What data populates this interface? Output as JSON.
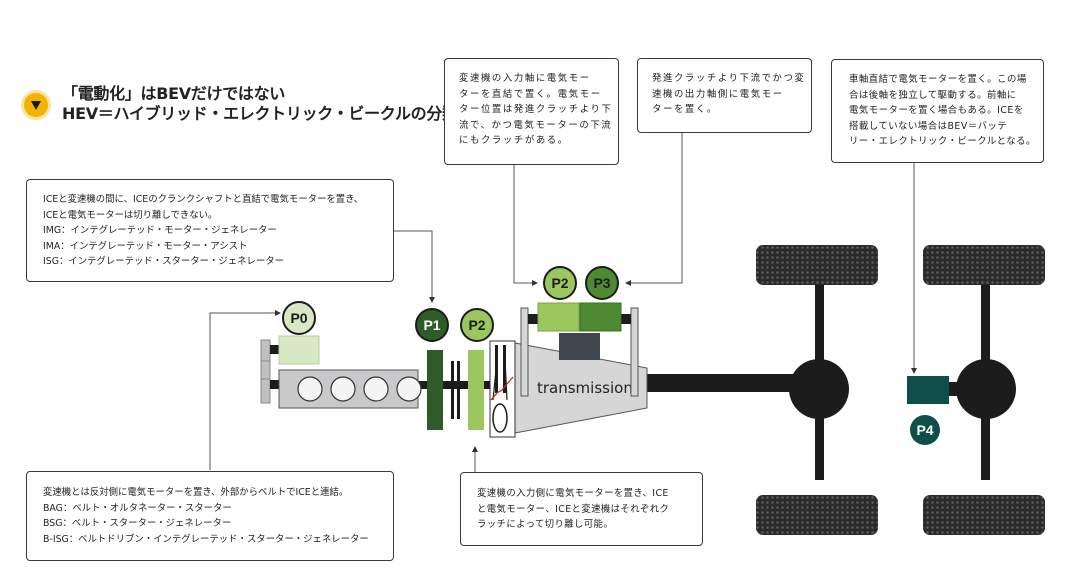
{
  "title": {
    "icon": "down-triangle-badge-icon",
    "line1": "「電動化」はBEVだけではない",
    "line2": "HEV＝ハイブリッド・エレクトリック・ビークルの分類"
  },
  "colors": {
    "badge": "#f3b400",
    "p0": "#d9e8c4",
    "p1": "#2f5a2a",
    "p2": "#9cc65e",
    "p3": "#4e8a32",
    "p4": "#0f4f49",
    "axle": "#1c1c1c",
    "engine": "#c9c9cc",
    "transmission": "#d6d6d6",
    "clutch_line": "#e02020"
  },
  "boxes": {
    "p2_input": {
      "lines": [
        "変速機の入力軸に電気モー",
        "ターを直結で置く。電気モー",
        "ター位置は発進クラッチより下",
        "流で、かつ電気モーターの下流",
        "にもクラッチがある。"
      ]
    },
    "p3": {
      "lines": [
        "発進クラッチより下流でかつ変",
        "速機の出力軸側に電気モー",
        "ターを置く。"
      ]
    },
    "p4": {
      "lines": [
        "車軸直結で電気モーターを置く。この場",
        "合は後軸を独立して駆動する。前軸に",
        "電気モーターを置く場合もある。ICEを",
        "搭載していない場合はBEV＝バッテ",
        "リー・エレクトリック・ビークルとなる。"
      ]
    },
    "p1": {
      "lines": [
        "ICEと変速機の間に、ICEのクランクシャフトと直結で電気モーターを置き、",
        "ICEと電気モーターは切り離しできない。",
        "IMG：インテグレーテッド・モーター・ジェネレーター",
        "IMA：インテグレーテッド・モーター・アシスト",
        "ISG：インテグレーテッド・スターター・ジェネレーター"
      ]
    },
    "p0": {
      "lines": [
        "変速機とは反対側に電気モーターを置き、外部からベルトでICEと連結。",
        "BAG：ベルト・オルタネーター・スターター",
        "BSG：ベルト・スターター・ジェネレーター",
        "B-ISG：ベルトドリブン・インテグレーテッド・スターター・ジェネレーター"
      ]
    },
    "p2_clutch": {
      "lines": [
        "変速機の入力側に電気モーターを置き、ICE",
        "と電気モーター、ICEと変速機はそれぞれク",
        "ラッチによって切り離し可能。"
      ]
    }
  },
  "diagram": {
    "positions": [
      "P0",
      "P1",
      "P2",
      "P2",
      "P3",
      "P4"
    ],
    "transmission_label": "transmission"
  }
}
